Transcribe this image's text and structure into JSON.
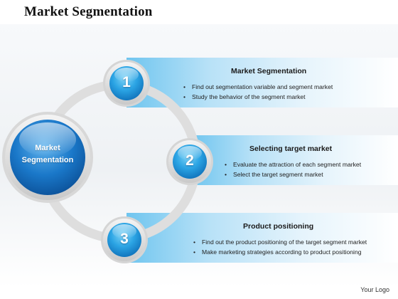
{
  "title": "Market Segmentation",
  "center": {
    "line1": "Market",
    "line2": "Segmentation"
  },
  "steps": [
    {
      "number": "1",
      "heading": "Market Segmentation",
      "bullets": [
        "Find out segmentation variable and segment market",
        "Study the behavior of the segment market"
      ]
    },
    {
      "number": "2",
      "heading": "Selecting target market",
      "bullets": [
        "Evaluate the attraction of each segment market",
        "Select the target segment market"
      ]
    },
    {
      "number": "3",
      "heading": "Product positioning",
      "bullets": [
        "Find out the product positioning of the target segment market",
        "Make marketing strategies according to product positioning"
      ]
    }
  ],
  "logo": "Your Logo",
  "colors": {
    "accent": "#1a78c9",
    "panel": "#6fc5ef",
    "ring": "#dedede"
  }
}
